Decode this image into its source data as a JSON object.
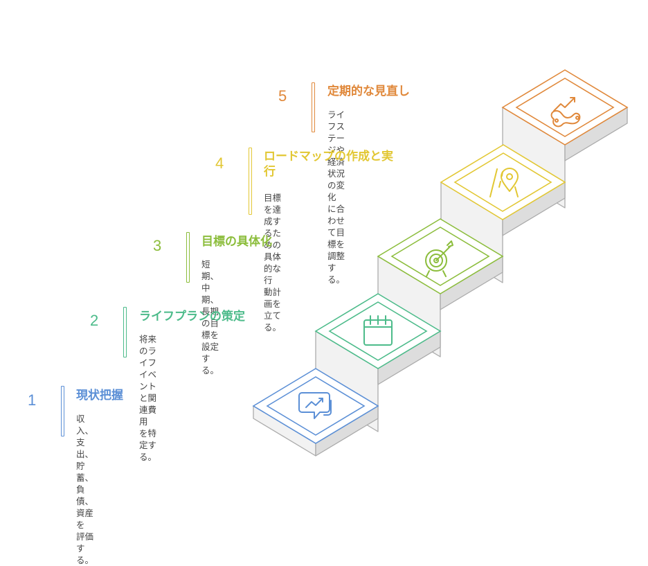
{
  "colors": {
    "step1": "#5b8fd6",
    "step2": "#4cbb8a",
    "step3": "#8cbd3c",
    "step4": "#e2c733",
    "step5": "#e0883a",
    "riser_front": "#f2f2f2",
    "riser_side": "#dddddd",
    "outline": "#aaaaaa"
  },
  "steps": [
    {
      "number": "1",
      "title": "現状把握",
      "desc_line1": "収入、支出、貯蓄、負債、資産を",
      "desc_line2": "評価する。",
      "icon": "chat-chart-icon"
    },
    {
      "number": "2",
      "title": "ライフプランの策定",
      "desc_line1": "将来のライフイベントと関連費用",
      "desc_line2": "を特定する。",
      "icon": "calendar-icon"
    },
    {
      "number": "3",
      "title": "目標の具体化",
      "desc_line1": "短期、中期、長期の目標を設定す",
      "desc_line2": "る。",
      "icon": "target-icon"
    },
    {
      "number": "4",
      "title_line1": "ロードマップの作成と実",
      "title_line2": "行",
      "desc_line1": "目標を達成するための具体的な行",
      "desc_line2": "動計画を立てる。",
      "icon": "road-pin-icon"
    },
    {
      "number": "5",
      "title": "定期的な見直し",
      "desc_line1": "ライフステージや経済状況の変化",
      "desc_line2": "に合わせて目標を調整する。",
      "icon": "winding-path-icon"
    }
  ]
}
